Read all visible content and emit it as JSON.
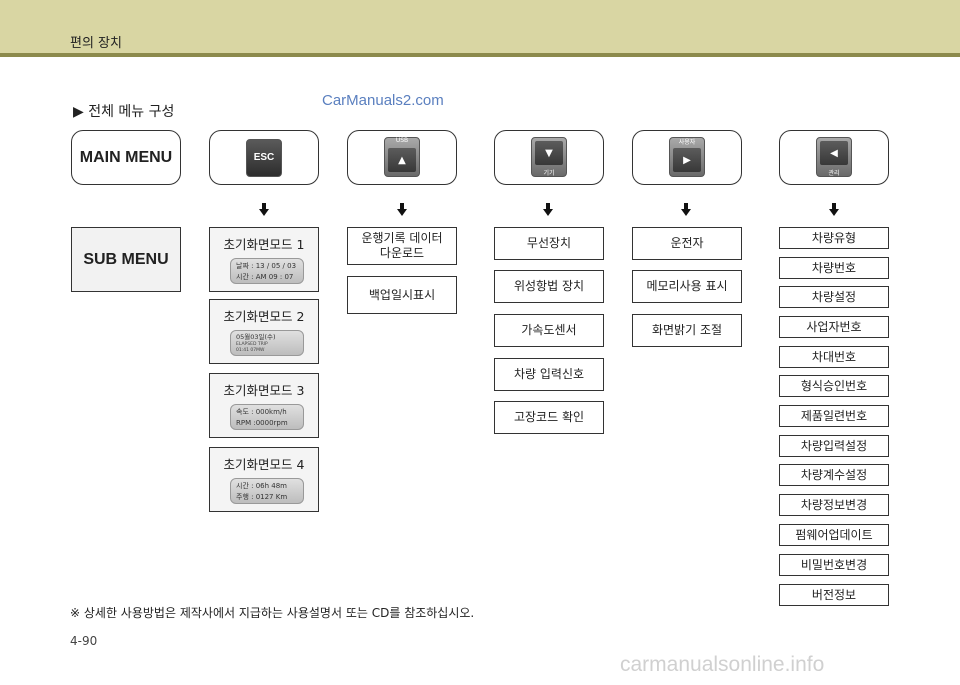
{
  "header": {
    "title": "편의 장치"
  },
  "section_title": "▶ 전체 메뉴 구성",
  "watermark_top": "CarManuals2.com",
  "keys": {
    "main_menu": "MAIN MENU",
    "esc": "ESC",
    "usb": {
      "top": "USB",
      "glyph": "▲"
    },
    "down": {
      "glyph": "▼",
      "bottom": "기기"
    },
    "user": {
      "top": "사용자",
      "glyph": "▶"
    },
    "admin": {
      "glyph": "◀",
      "bottom": "관리"
    }
  },
  "sub_menu": "SUB MENU",
  "screen_modes": [
    {
      "title": "초기화면모드 1",
      "lcd_line1": "날짜 : 13 / 05 / 03",
      "lcd_line2": "시간 : AM  09 : 07"
    },
    {
      "title": "초기화면모드 2",
      "lcd_line1": "05월03일(수)",
      "lcd_line2": "ELAPSED    TRIP",
      "lcd_line3": "01:41       07MW"
    },
    {
      "title": "초기화면모드 3",
      "lcd_line1": "속도 : 000km/h",
      "lcd_line2": "RPM :0000rpm"
    },
    {
      "title": "초기화면모드 4",
      "lcd_line1": "시간 : 06h 48m",
      "lcd_line2": "주행 : 0127 Km"
    }
  ],
  "usb_items": [
    "운행기록 데이터 다운로드",
    "백업일시표시"
  ],
  "device_items": [
    "무선장치",
    "위성항법 장치",
    "가속도센서",
    "차량 입력신호",
    "고장코드 확인"
  ],
  "user_items": [
    "운전자",
    "메모리사용 표시",
    "화면밝기 조절"
  ],
  "admin_items": [
    "차량유형",
    "차량번호",
    "차량설정",
    "사업자번호",
    "차대번호",
    "형식승인번호",
    "제품일련번호",
    "차량입력설정",
    "차량계수설정",
    "차량정보변경",
    "펌웨어업데이트",
    "비밀번호변경",
    "버전정보"
  ],
  "footnote": "※ 상세한 사용방법은 제작사에서 지급하는 사용설명서 또는 CD를 참조하십시오.",
  "page_number": "4-90",
  "watermark_bottom": "carmanualsonline.info"
}
